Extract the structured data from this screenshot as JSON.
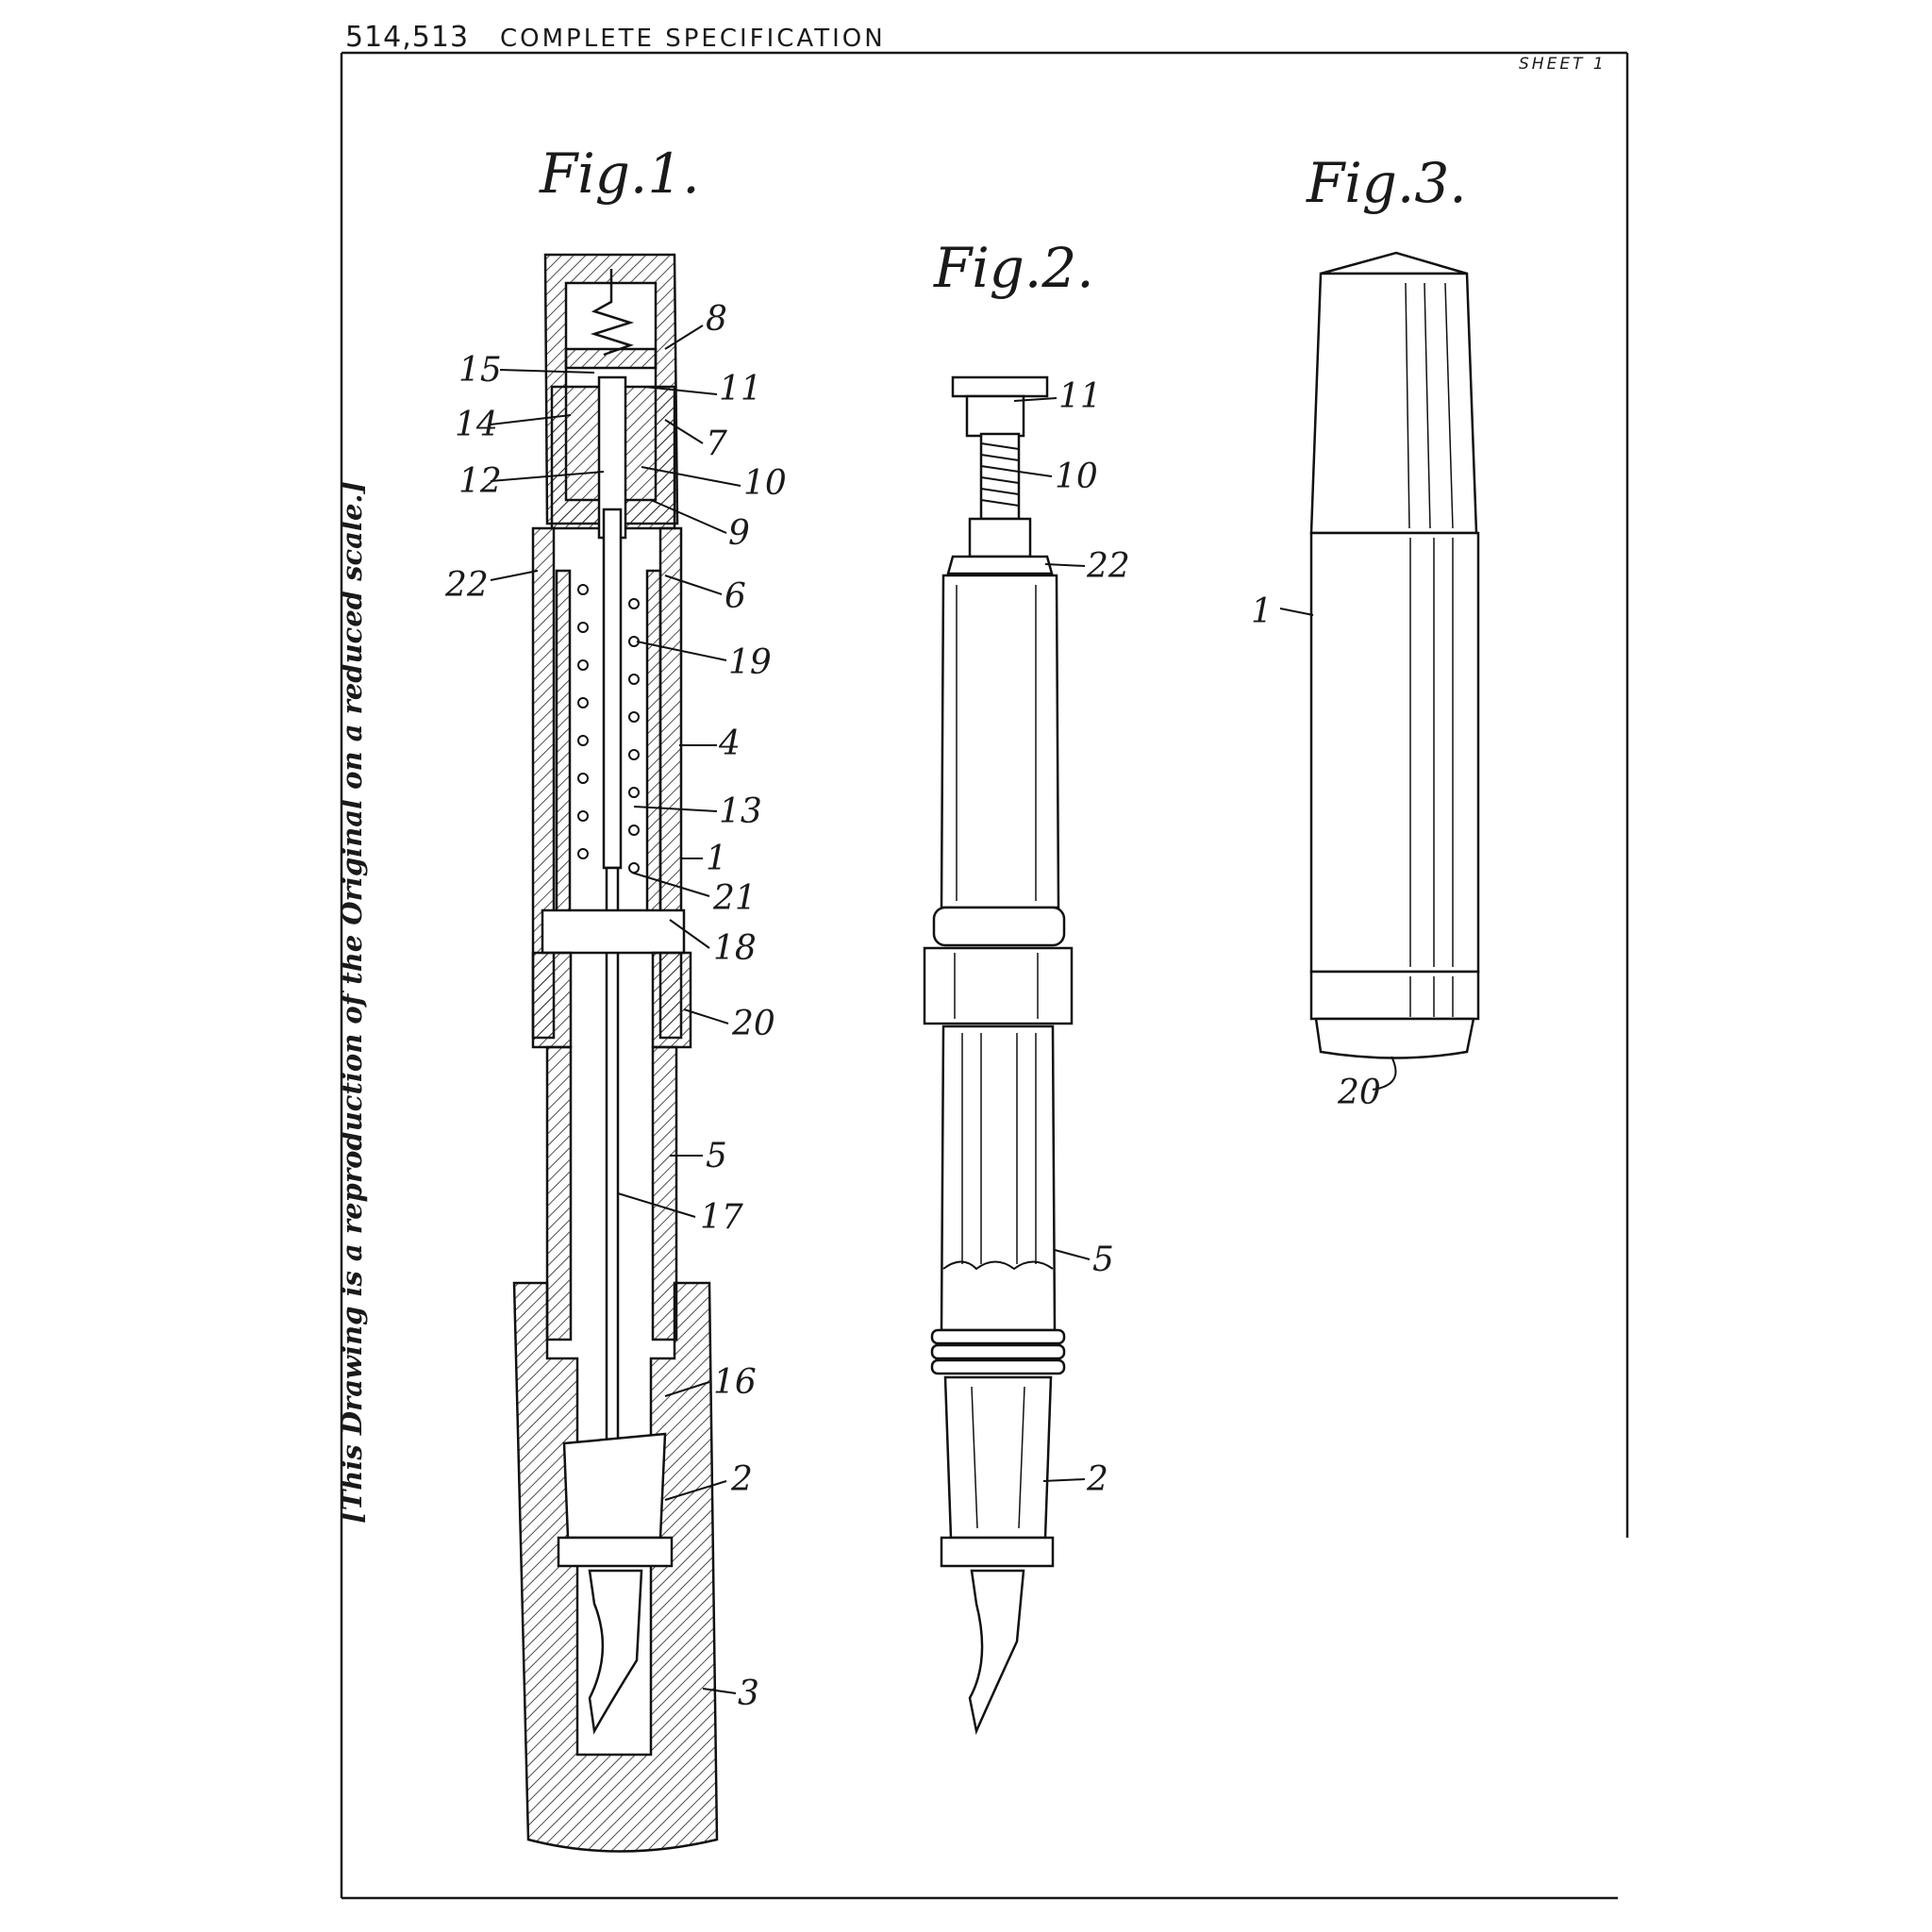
{
  "header": {
    "number": "514,513",
    "title": "COMPLETE SPECIFICATION",
    "sheet": "SHEET 1"
  },
  "side_note": "[This Drawing is a reproduction of the Original on a reduced scale.]",
  "figures": [
    {
      "title": "Fig.1.",
      "labels": [
        "8",
        "15",
        "11",
        "14",
        "7",
        "12",
        "10",
        "9",
        "22",
        "6",
        "19",
        "4",
        "13",
        "1",
        "21",
        "18",
        "20",
        "5",
        "17",
        "16",
        "2",
        "3"
      ]
    },
    {
      "title": "Fig.2.",
      "labels": [
        "11",
        "10",
        "22",
        "5",
        "2"
      ]
    },
    {
      "title": "Fig.3.",
      "labels": [
        "1",
        "20"
      ]
    }
  ]
}
